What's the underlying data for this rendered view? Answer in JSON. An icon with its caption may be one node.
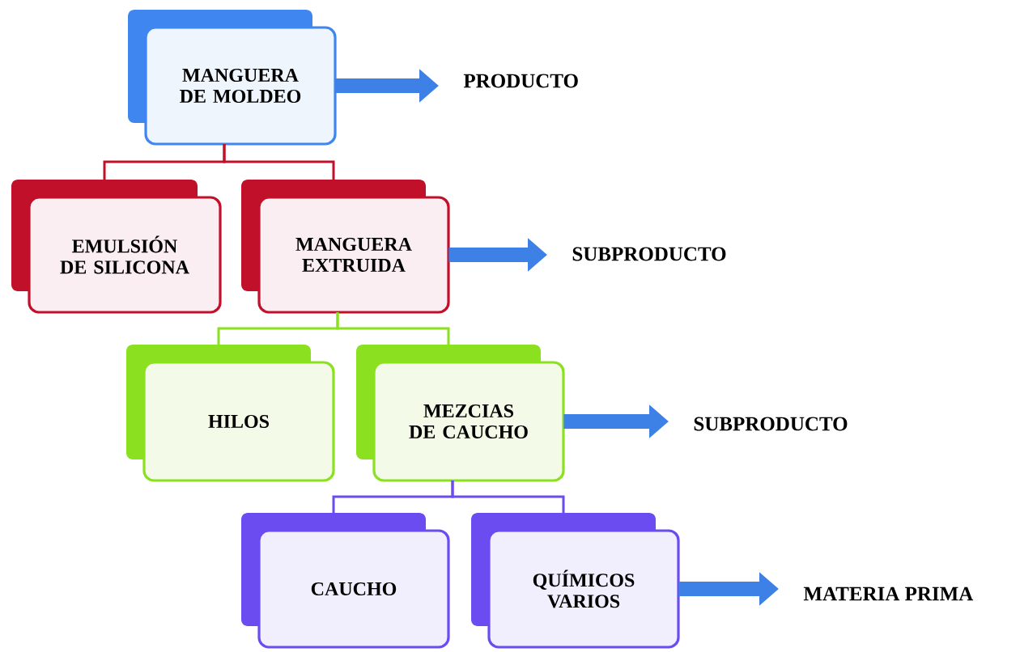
{
  "diagram": {
    "nodes": [
      {
        "text": [
          "MANGUERA DE MOLDEO"
        ]
      },
      {
        "text": [
          "EMULSIÓN DE SILICONA"
        ]
      },
      {
        "text": [
          "MANGUERA EXTRUIDA"
        ]
      },
      {
        "text": [
          "HILOS"
        ]
      },
      {
        "text": [
          "MEZCIAS DE CAUCHO"
        ]
      },
      {
        "text": [
          "CAUCHO"
        ]
      },
      {
        "text": [
          "QUÍMICOS VARIOS"
        ]
      },
      {
        "text": [
          "PRODUCTO"
        ]
      },
      {
        "text": [
          "SUBPRODUCTO"
        ]
      },
      {
        "text": [
          "SUBPRODUCTO"
        ]
      },
      {
        "text": [
          "MATERIA PRIMA"
        ]
      }
    ],
    "edges": [
      {
        "from": 0,
        "to": 1,
        "arrow": "none",
        "color": "#c0102a"
      },
      {
        "from": 0,
        "to": 2,
        "arrow": "none",
        "color": "#c0102a"
      },
      {
        "from": 2,
        "to": 3,
        "arrow": "none",
        "color": "#8be020"
      },
      {
        "from": 2,
        "to": 4,
        "arrow": "none",
        "color": "#8be020"
      },
      {
        "from": 4,
        "to": 5,
        "arrow": "none",
        "color": "#6a4cf0"
      },
      {
        "from": 4,
        "to": 6,
        "arrow": "none",
        "color": "#6a4cf0"
      },
      {
        "from": 0,
        "to": 7,
        "arrow": "to",
        "style": "thick",
        "color": "#3d80e6"
      },
      {
        "from": 2,
        "to": 8,
        "arrow": "to",
        "style": "thick",
        "color": "#3d80e6"
      },
      {
        "from": 4,
        "to": 9,
        "arrow": "to",
        "style": "thick",
        "color": "#3d80e6"
      },
      {
        "from": 6,
        "to": 10,
        "arrow": "to",
        "style": "thick",
        "color": "#3d80e6"
      }
    ]
  }
}
